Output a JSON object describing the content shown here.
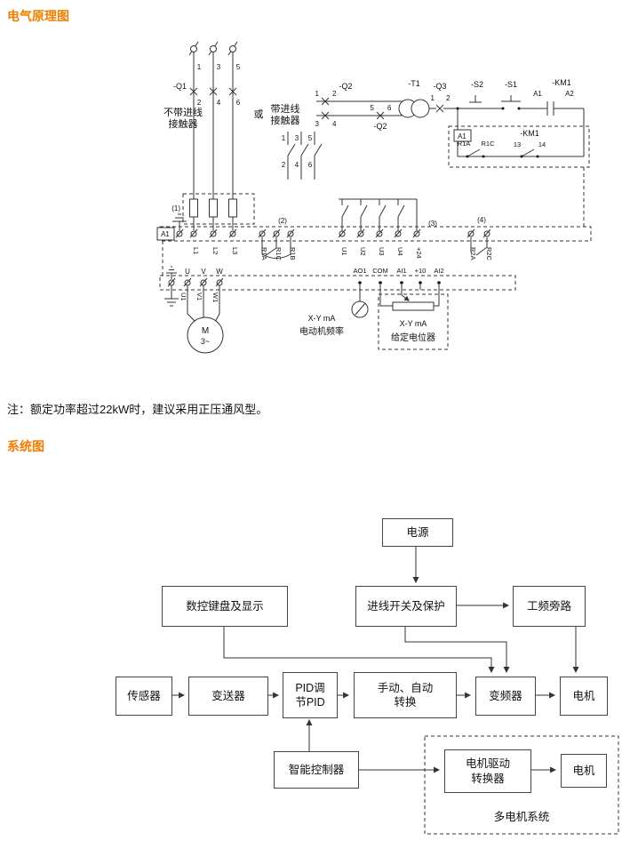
{
  "page": {
    "schematic_title": "电气原理图",
    "note": "注：额定功率超过22kW时，建议采用正压通风型。",
    "system_title": "系统图"
  },
  "colors": {
    "accent": "#f07d00",
    "line": "#333333"
  },
  "schematic": {
    "q1": "-Q1",
    "q2": "-Q2",
    "t1": "-T1",
    "q3": "-Q3",
    "s2": "-S2",
    "s1": "-S1",
    "km1": "-KM1",
    "no_contactor": [
      "不带进线",
      "接触器"
    ],
    "or_word": "或",
    "with_contactor": [
      "带进线",
      "接触器"
    ],
    "phase_top": [
      "1",
      "3",
      "5"
    ],
    "phase_bottom": [
      "2",
      "4",
      "6"
    ],
    "q2_terms": [
      "1",
      "2",
      "3",
      "4",
      "5",
      "6"
    ],
    "q3_terms": [
      "1",
      "2"
    ],
    "coil_terms": [
      "A1",
      "A2"
    ],
    "aux_terms": [
      "13",
      "14"
    ],
    "relay_a1": "A1",
    "r1a": "R1A",
    "r1c": "R1C",
    "strip_a1": "A1",
    "markers": [
      "(1)",
      "(2)",
      "(3)",
      "(4)"
    ],
    "strip1": [
      "L1",
      "L2",
      "L3",
      "R1A",
      "R1C",
      "R1B",
      "U1",
      "U2",
      "U3",
      "U4",
      "+24",
      "R2A",
      "R2C"
    ],
    "out_terms": [
      "U",
      "V",
      "W"
    ],
    "motor_terms": [
      "U1",
      "V1",
      "W1"
    ],
    "motor_m": "M",
    "motor_ph": "3~",
    "meter_unit": "X-Y mA",
    "meter_caption": "电动机频率",
    "ctrl_terms": [
      "AO1",
      "COM",
      "AI1",
      "+10",
      "AI2"
    ],
    "pot_unit": "X-Y mA",
    "pot_caption": "给定电位器"
  },
  "system": {
    "power": "电源",
    "keypad": "数控键盘及显示",
    "incoming": "进线开关及保护",
    "bypass": "工频旁路",
    "sensor": "传感器",
    "transmitter": "变送器",
    "pid": [
      "PID调",
      "节PID"
    ],
    "manual": [
      "手动、自动",
      "转换"
    ],
    "inverter": "变频器",
    "motor_main": "电机",
    "controller": "智能控制器",
    "drive": [
      "电机驱动",
      "转换器"
    ],
    "motor_sub": "电机",
    "multi_label": "多电机系统"
  }
}
